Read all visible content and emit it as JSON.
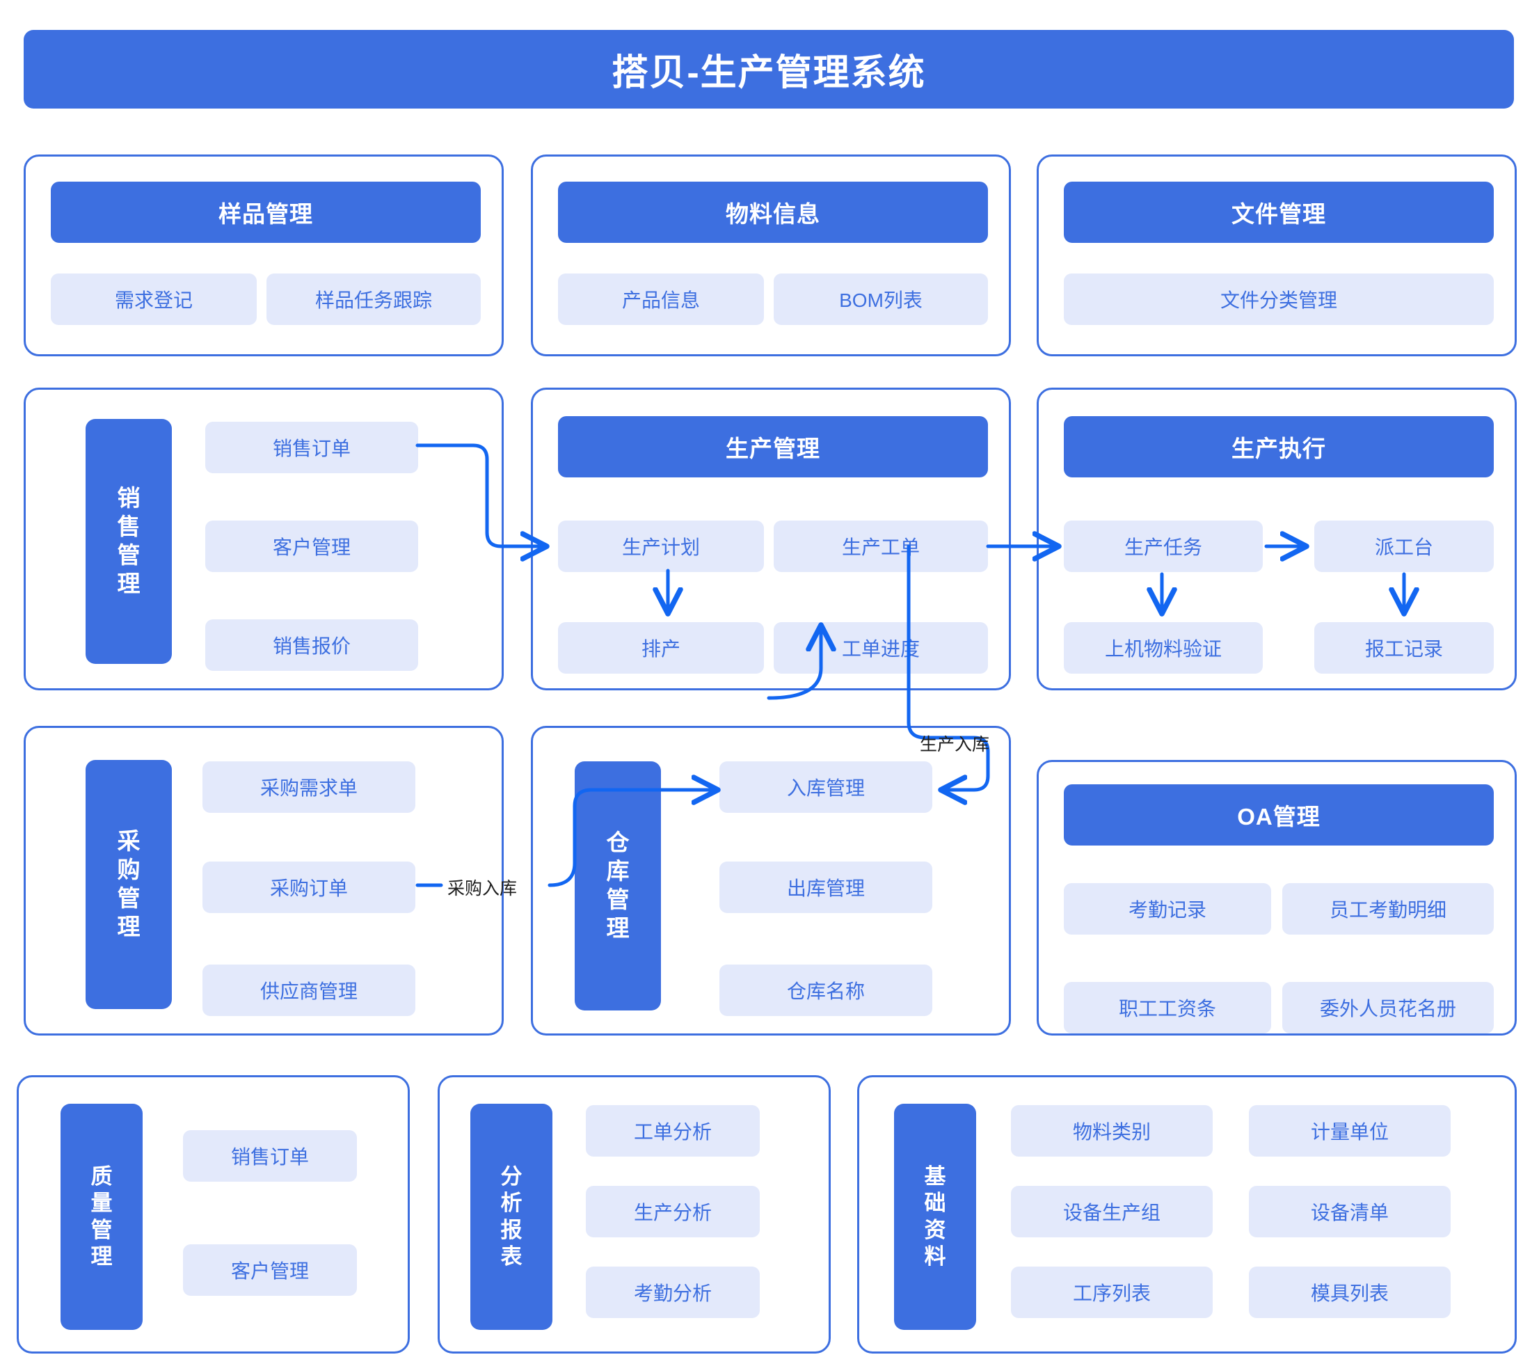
{
  "header": {
    "title": "搭贝-生产管理系统"
  },
  "colors": {
    "brand": "#3d6fe0",
    "chip_bg": "#e3e9fb",
    "chip_text": "#3d6fe0",
    "card_border": "#3d6fe0",
    "wire": "#1266f1",
    "caption_text": "#1d1d1d",
    "page_bg": "#ffffff"
  },
  "sections": {
    "sample": {
      "title": "样品管理",
      "items": [
        "需求登记",
        "样品任务跟踪"
      ]
    },
    "material": {
      "title": "物料信息",
      "items": [
        "产品信息",
        "BOM列表"
      ]
    },
    "file": {
      "title": "文件管理",
      "items": [
        "文件分类管理"
      ]
    },
    "sales": {
      "title": "销售管理",
      "title_chars": [
        "销",
        "售",
        "管",
        "理"
      ],
      "items": [
        "销售订单",
        "客户管理",
        "销售报价"
      ]
    },
    "production": {
      "title": "生产管理",
      "items": [
        "生产计划",
        "生产工单",
        "排产",
        "工单进度"
      ]
    },
    "execution": {
      "title": "生产执行",
      "items": [
        "生产任务",
        "派工台",
        "上机物料验证",
        "报工记录"
      ]
    },
    "purchase": {
      "title": "采购管理",
      "title_chars": [
        "采",
        "购",
        "管",
        "理"
      ],
      "items": [
        "采购需求单",
        "采购订单",
        "供应商管理"
      ]
    },
    "warehouse": {
      "title": "仓库管理",
      "title_chars": [
        "仓",
        "库",
        "管",
        "理"
      ],
      "items": [
        "入库管理",
        "出库管理",
        "仓库名称"
      ]
    },
    "oa": {
      "title": "OA管理",
      "items": [
        "考勤记录",
        "员工考勤明细",
        "职工工资条",
        "委外人员花名册"
      ]
    },
    "quality": {
      "title": "质量管理",
      "title_chars": [
        "质",
        "量",
        "管",
        "理"
      ],
      "items": [
        "销售订单",
        "客户管理"
      ]
    },
    "report": {
      "title": "分析报表",
      "title_chars": [
        "分",
        "析",
        "报",
        "表"
      ],
      "items": [
        "工单分析",
        "生产分析",
        "考勤分析"
      ]
    },
    "basic": {
      "title": "基础资料",
      "title_chars": [
        "基",
        "础",
        "资",
        "料"
      ],
      "items": [
        "物料类别",
        "计量单位",
        "设备生产组",
        "设备清单",
        "工序列表",
        "模具列表"
      ]
    }
  },
  "connector_labels": {
    "production_inbound": "生产入库",
    "purchase_inbound": "采购入库"
  }
}
